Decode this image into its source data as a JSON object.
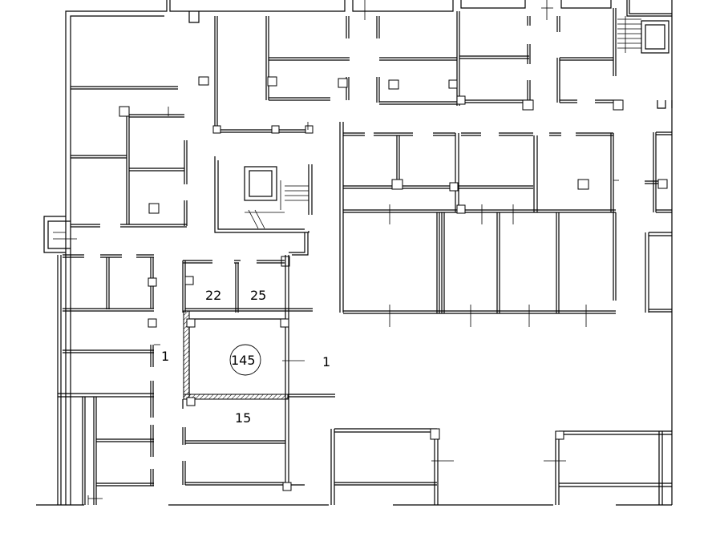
{
  "labels": {
    "room_22": "22",
    "room_25": "25",
    "room_145": "145",
    "room_15": "15",
    "marker_1_left": "1",
    "marker_1_right": "1"
  },
  "icons": [
    "stair-icon",
    "elevator-icon",
    "column-icon"
  ]
}
